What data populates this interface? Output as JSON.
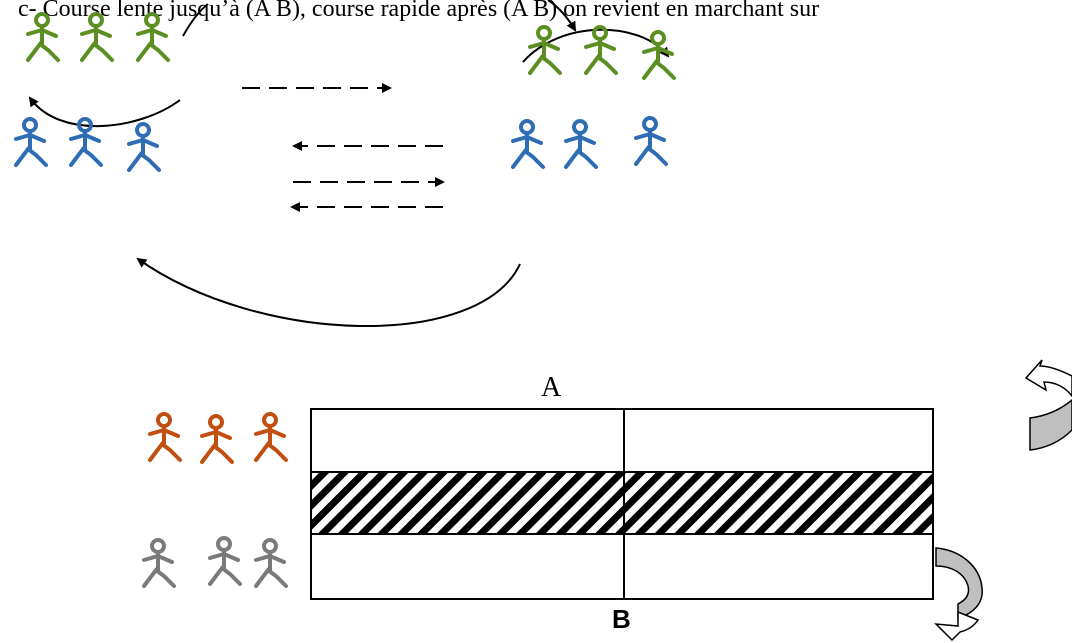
{
  "caption": "c- Course lente jusqu’à (A B), course rapide après (A B) on revient en marchant sur",
  "labels": {
    "a": "A",
    "b": "B"
  },
  "colors": {
    "team_top_left": "#5b8f22",
    "team_top_right": "#5b8f22",
    "team_mid_left": "#2e6db3",
    "team_mid_right": "#2e6db3",
    "team_field_top": "#c24f11",
    "team_field_bottom": "#7a7a7a",
    "hatch": "#000000",
    "turn_arrow_fill": "#bfbfbf"
  },
  "groups": [
    {
      "id": "top-left",
      "color_key": "team_top_left",
      "count": 3
    },
    {
      "id": "mid-left",
      "color_key": "team_mid_left",
      "count": 3
    },
    {
      "id": "top-right",
      "color_key": "team_top_right",
      "count": 3
    },
    {
      "id": "mid-right",
      "color_key": "team_mid_right",
      "count": 3
    },
    {
      "id": "field-top",
      "color_key": "team_field_top",
      "count": 3
    },
    {
      "id": "field-bottom",
      "color_key": "team_field_bottom",
      "count": 3
    }
  ]
}
